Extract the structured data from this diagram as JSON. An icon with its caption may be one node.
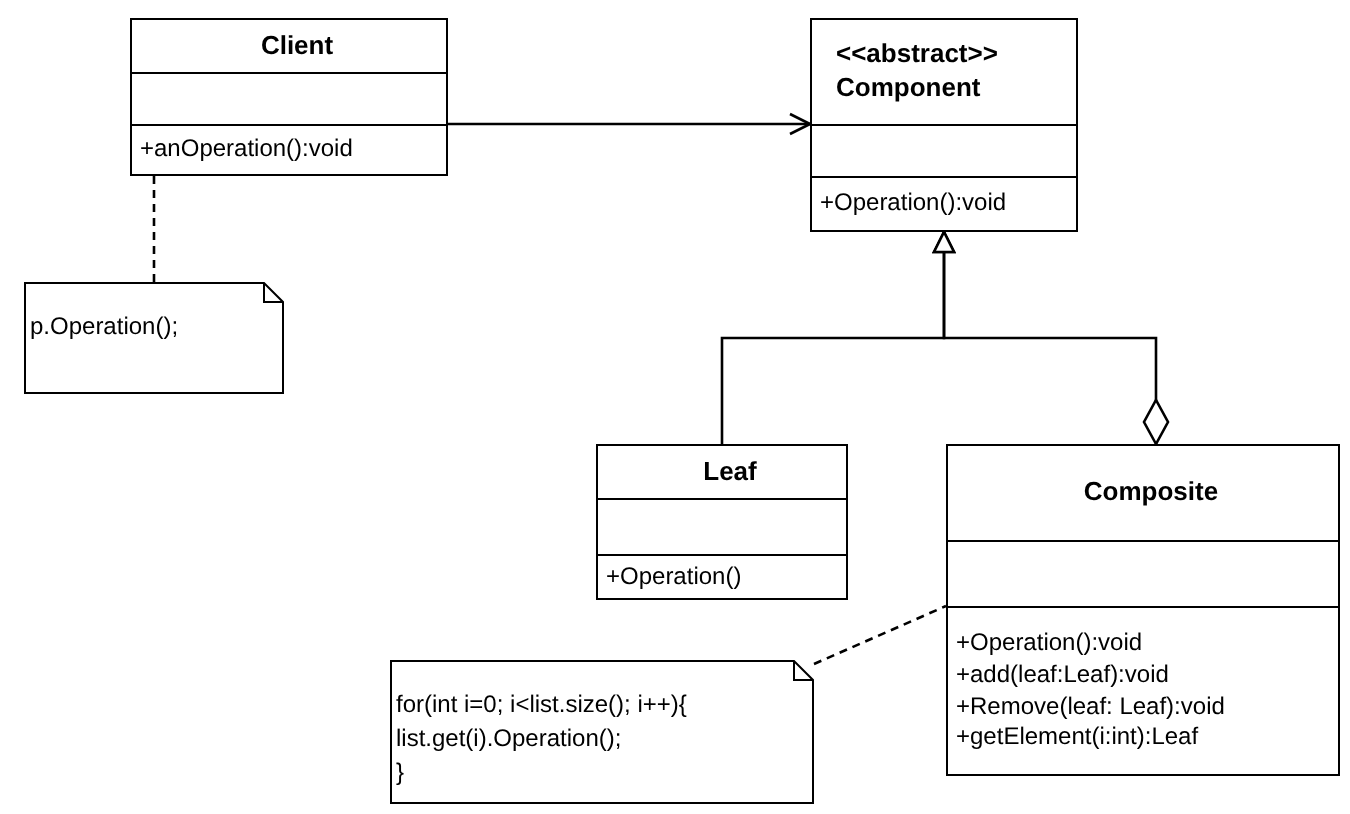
{
  "diagram": {
    "nodes": [
      {
        "text": [
          "Client",
          "+anOperation():void"
        ]
      },
      {
        "text": [
          "<<abstract>>",
          "Component",
          "+Operation():void"
        ]
      },
      {
        "text": [
          "p.Operation();"
        ]
      },
      {
        "text": [
          "Leaf",
          "+Operation()"
        ]
      },
      {
        "text": [
          "Composite",
          "+Operation():void",
          "+add(leaf:Leaf):void",
          "+Remove(leaf: Leaf):void",
          "+getElement(i:int):Leaf"
        ]
      },
      {
        "text": [
          "for(int i=0; i<list.size(); i++){",
          "list.get(i).Operation();",
          "}"
        ]
      }
    ],
    "edges": [
      {
        "from": 0,
        "to": 1,
        "arrow": "to"
      },
      {
        "from": 3,
        "to": 1,
        "arrow": "to"
      },
      {
        "from": 4,
        "to": 1,
        "arrow": "to"
      },
      {
        "from": 0,
        "to": 2,
        "arrow": "none",
        "style": "dashed"
      },
      {
        "from": 5,
        "to": 4,
        "arrow": "none",
        "style": "dashed"
      }
    ]
  }
}
